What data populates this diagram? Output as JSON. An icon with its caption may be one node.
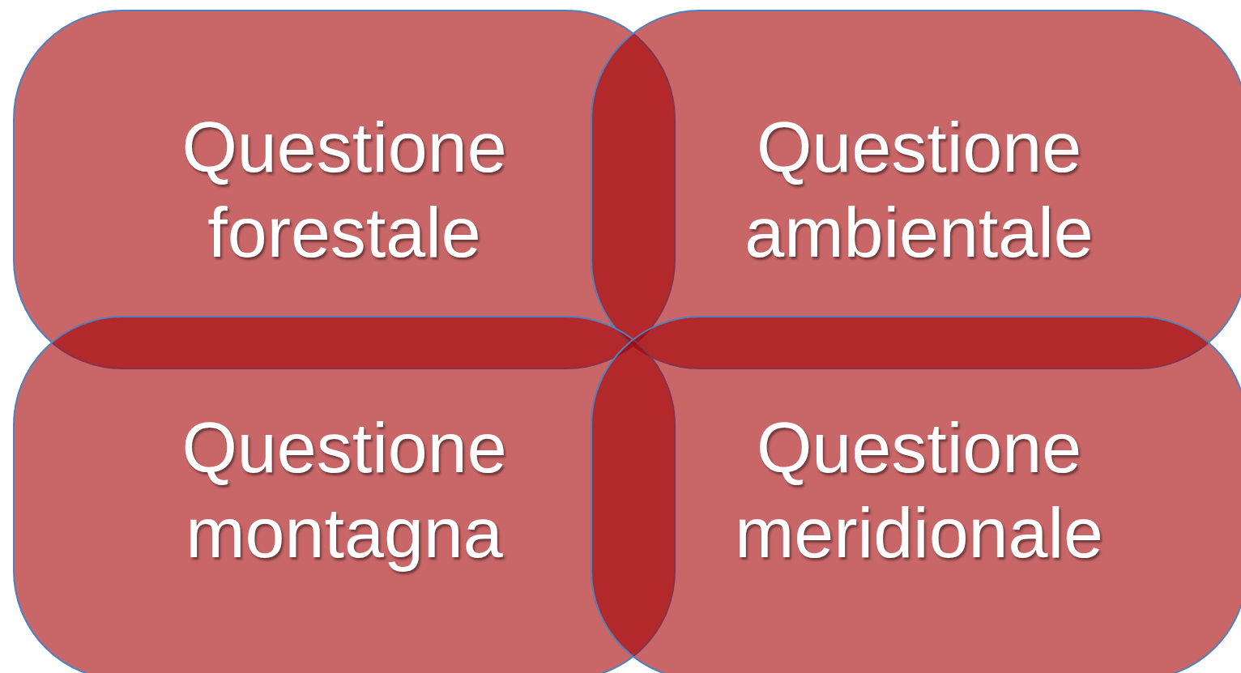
{
  "diagram": {
    "nodes": [
      {
        "text": [
          "Questione forestale"
        ]
      },
      {
        "text": [
          "Questione ambientale"
        ]
      },
      {
        "text": [
          "Questione montagna"
        ]
      },
      {
        "text": [
          "Questione meridionale"
        ]
      }
    ]
  }
}
